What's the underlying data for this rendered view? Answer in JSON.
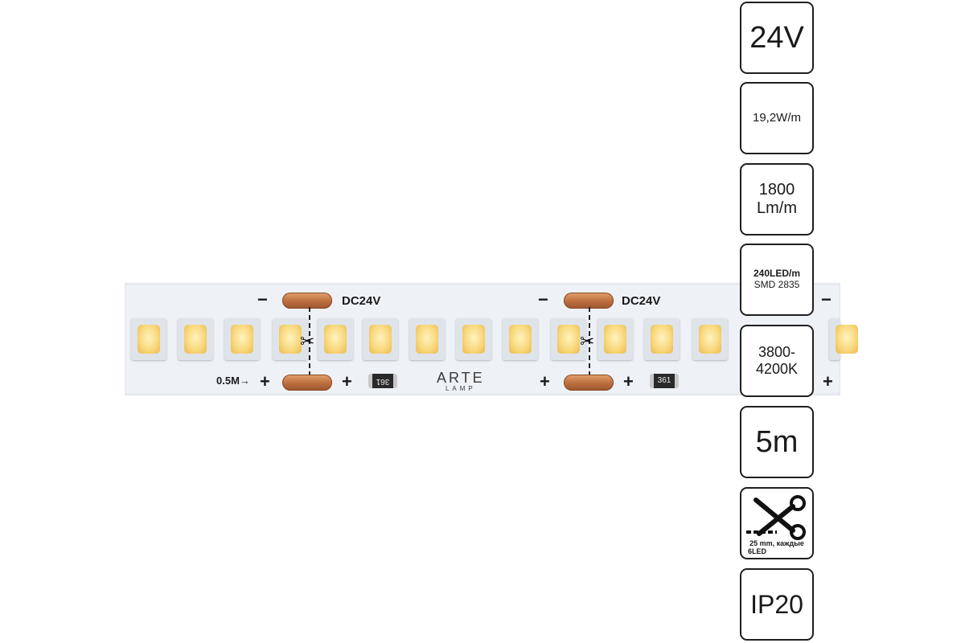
{
  "strip": {
    "labels": {
      "voltage_left": "DC24V",
      "voltage_right": "DC24V",
      "length_marker": "0.5M→",
      "minus": "−",
      "plus": "+"
    },
    "resistor_left": "361",
    "resistor_right": "361",
    "brand": {
      "name": "ARTE",
      "sub": "LAMP"
    },
    "led_color": "#f9d97e",
    "pad_color": "#b86a3c"
  },
  "specs": {
    "voltage": "24V",
    "power": "19,2W/m",
    "flux_value": "1800",
    "flux_unit": "Lm/m",
    "density": "240LED/m",
    "chip": "SMD 2835",
    "cct_line1": "3800-",
    "cct_line2": "4200K",
    "length": "5m",
    "cut_note_line1": "25 mm, каждые",
    "cut_note_line2": "6LED",
    "ip": "IP20"
  }
}
